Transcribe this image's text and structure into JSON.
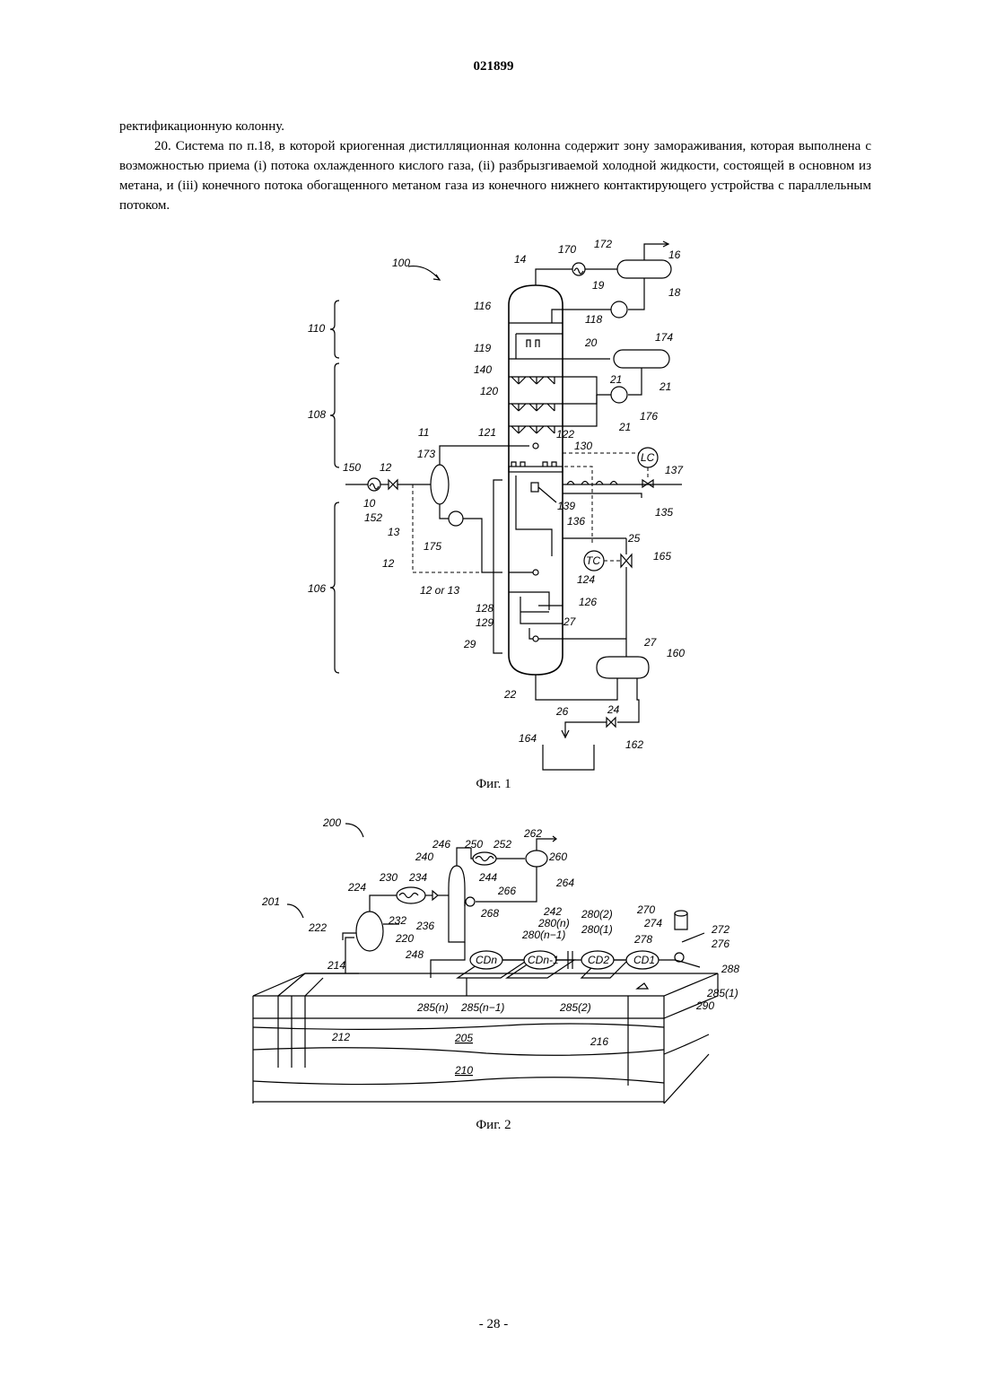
{
  "header": {
    "doc_number": "021899"
  },
  "body": {
    "paragraph_1": "ректификационную колонну.",
    "paragraph_2": "20. Система по п.18, в которой криогенная дистилляционная колонна содержит зону замораживания, которая выполнена с возможностью приема (i) потока охлажденного кислого газа, (ii) разбрызгиваемой холодной жидкости, состоящей в основном из метана, и (iii) конечного потока обогащенного метаном газа из конечного нижнего контактирующего устройства с параллельным потоком."
  },
  "figure1": {
    "caption": "Фиг. 1",
    "labels": {
      "l100": "100",
      "l110": "110",
      "l108": "108",
      "l106": "106",
      "l170": "170",
      "l172": "172",
      "l16": "16",
      "l14": "14",
      "l19": "19",
      "l18": "18",
      "l116": "116",
      "l118": "118",
      "l119": "119",
      "l20": "20",
      "l174": "174",
      "l140": "140",
      "l120": "120",
      "l21a": "21",
      "l21b": "21",
      "l21c": "21",
      "l176": "176",
      "l11": "11",
      "l121": "121",
      "l122": "122",
      "l130": "130",
      "lLC": "LC",
      "l137": "137",
      "l150": "150",
      "l12a": "12",
      "l173": "173",
      "l10": "10",
      "l152": "152",
      "l139": "139",
      "l136": "136",
      "l135": "135",
      "l13": "13",
      "l175": "175",
      "l25": "25",
      "l12b": "12",
      "lTC": "TC",
      "l165": "165",
      "l124": "124",
      "l12or13": "12  or  13",
      "l126": "126",
      "l128": "128",
      "l129": "129",
      "l27a": "27",
      "l27b": "27",
      "l29": "29",
      "l160": "160",
      "l22": "22",
      "l26": "26",
      "l24": "24",
      "l164": "164",
      "l162": "162"
    }
  },
  "figure2": {
    "caption": "Фиг. 2",
    "labels": {
      "l200": "200",
      "l246": "246",
      "l250": "250",
      "l252": "252",
      "l262": "262",
      "l260": "260",
      "l240": "240",
      "l244": "244",
      "l264": "264",
      "l224": "224",
      "l230": "230",
      "l234": "234",
      "l266": "266",
      "l201": "201",
      "l222": "222",
      "l232": "232",
      "l236": "236",
      "l268": "268",
      "l220": "220",
      "l242": "242",
      "l280n": "280(n)",
      "l280n1": "280(n−1)",
      "l280_2": "280(2)",
      "l280_1": "280(1)",
      "l270": "270",
      "l274": "274",
      "l272": "272",
      "l278": "278",
      "l276": "276",
      "l248": "248",
      "l214": "214",
      "l288": "288",
      "l285n": "285(n)",
      "l285n1": "285(n−1)",
      "l285_2": "285(2)",
      "l285_1": "285(1)",
      "l290": "290",
      "l212": "212",
      "l205": "205",
      "l216": "216",
      "l210": "210",
      "cdn": "CDn",
      "cdn1": "CDn-1",
      "cd2": "CD2",
      "cd1": "CD1"
    }
  },
  "footer": {
    "page_number": "- 28 -"
  }
}
